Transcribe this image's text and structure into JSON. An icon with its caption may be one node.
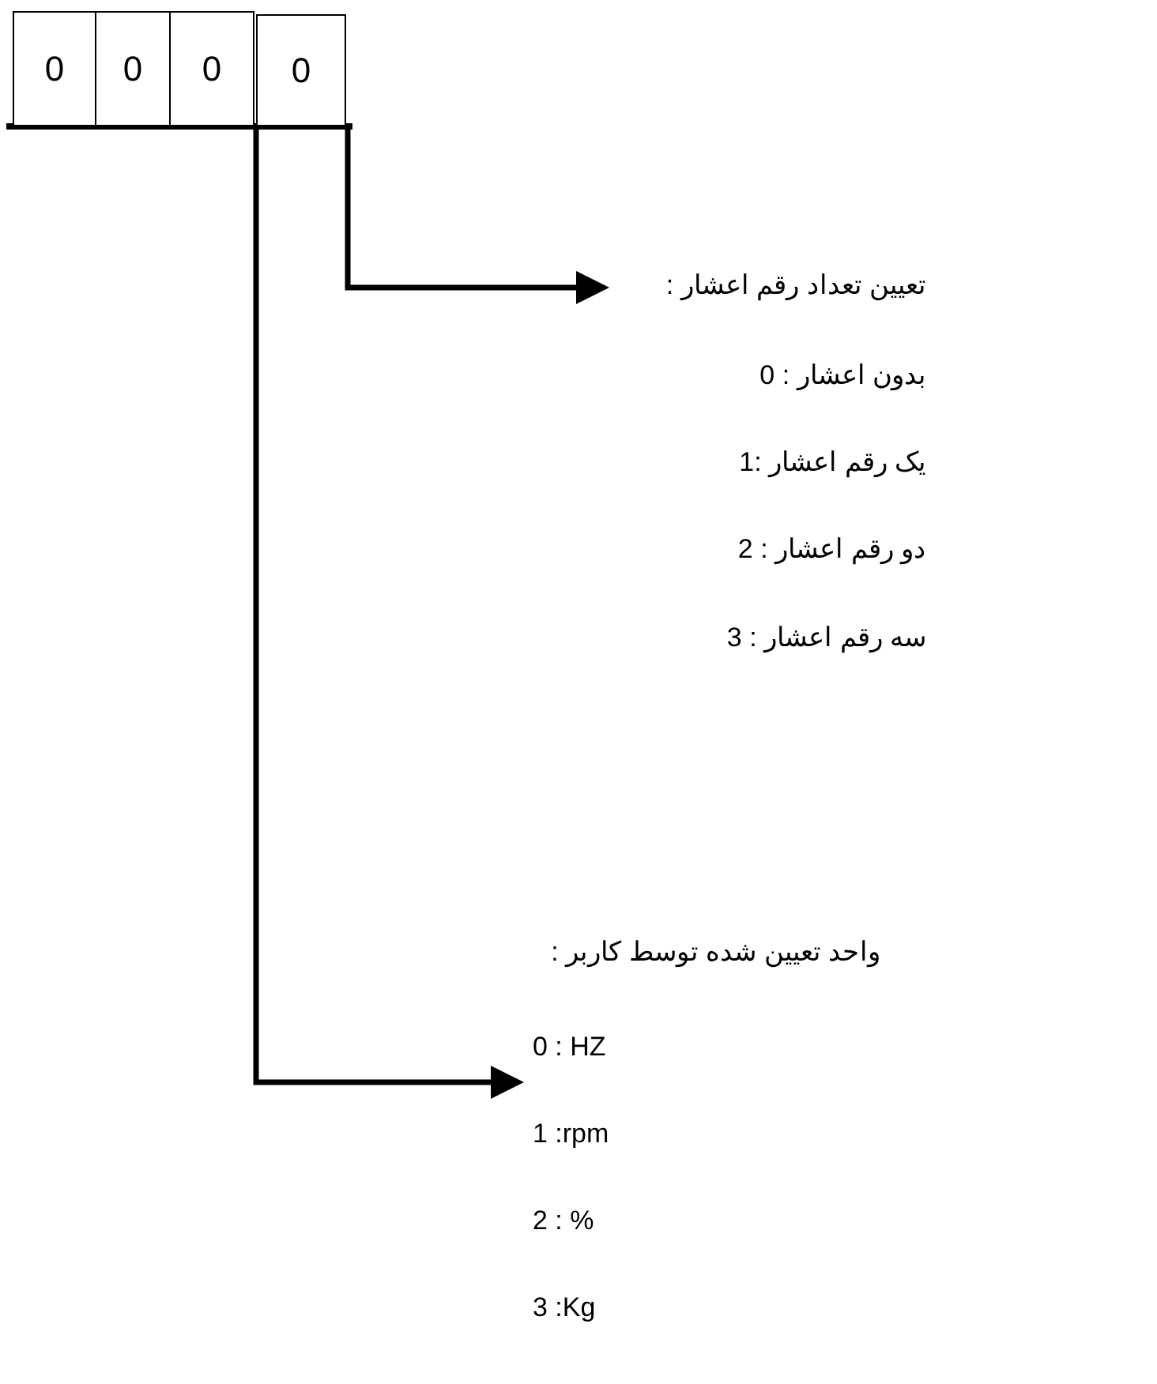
{
  "diagram": {
    "nodes": [
      {
        "text": [
          "0"
        ]
      },
      {
        "text": [
          "0"
        ]
      },
      {
        "text": [
          "0"
        ]
      },
      {
        "text": [
          "0"
        ]
      },
      {
        "text": [
          "تعیین تعداد رقم اعشار :",
          "بدون اعشار : 0",
          "یک رقم اعشار :1",
          "دو رقم اعشار : 2",
          "سه رقم اعشار : 3"
        ]
      },
      {
        "text": [
          "واحد تعیین شده توسط کاربر :",
          "0 : HZ",
          "1 :rpm",
          "2 : %",
          "3 :Kg"
        ]
      }
    ],
    "edges": [
      {
        "from": 3,
        "to": 4,
        "arrow": "to"
      },
      {
        "from": 2,
        "to": 5,
        "arrow": "to"
      }
    ]
  }
}
